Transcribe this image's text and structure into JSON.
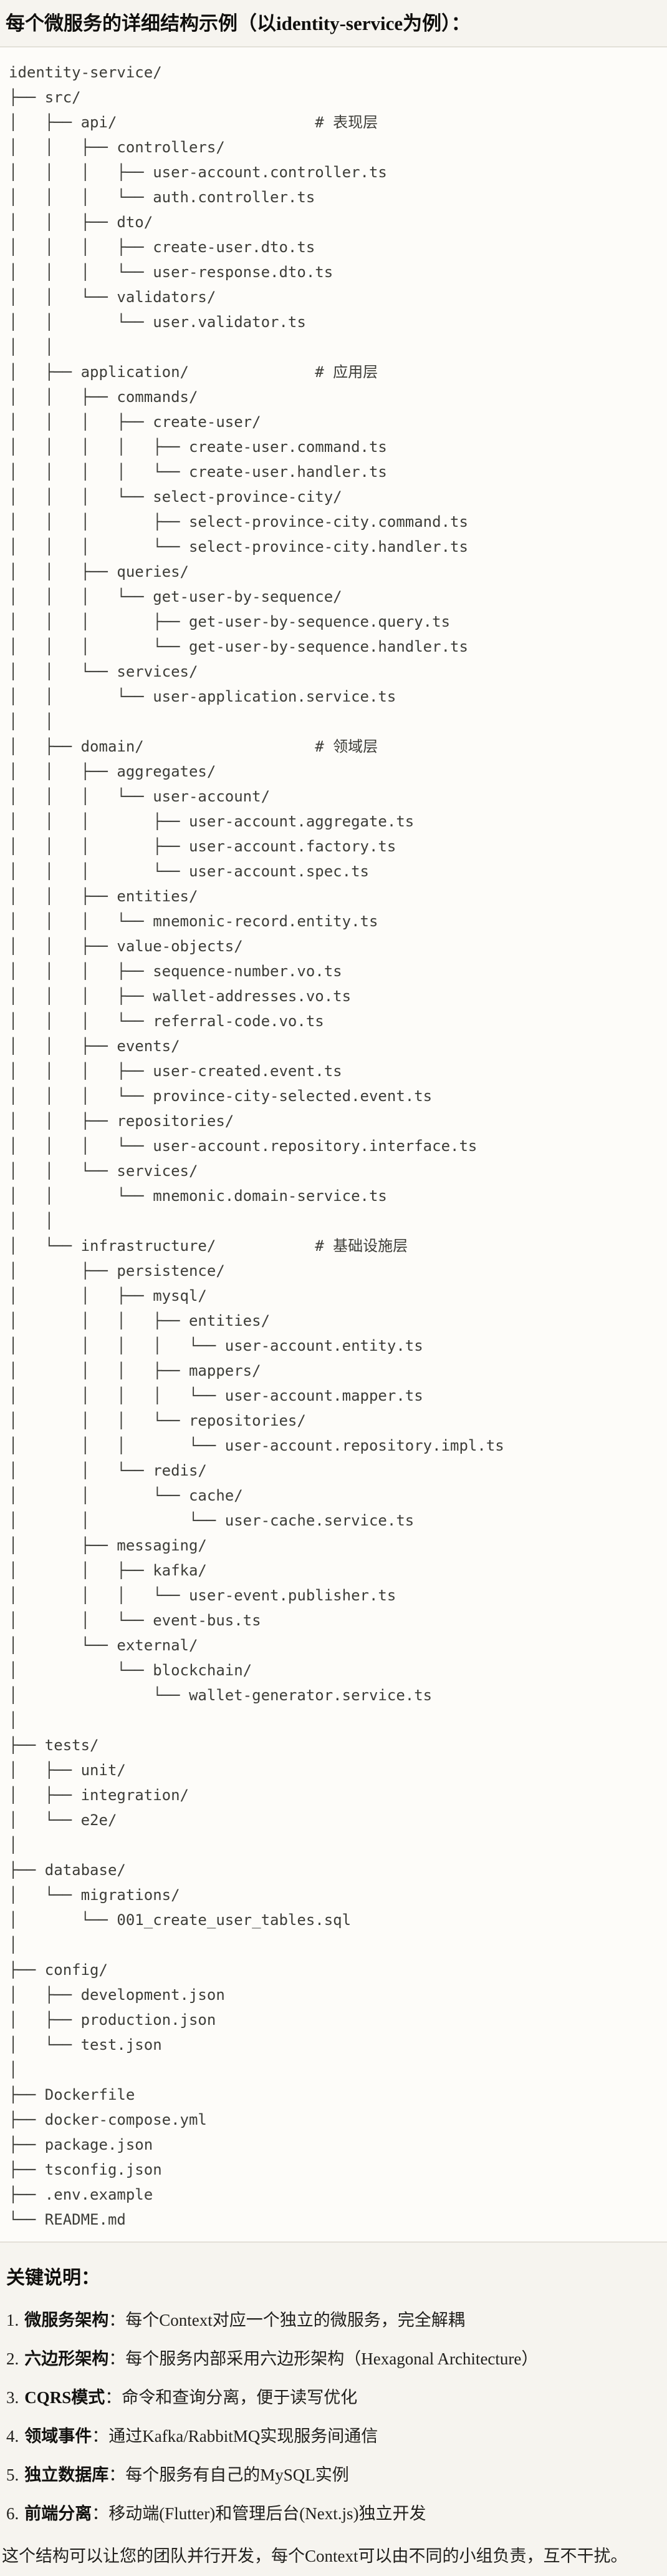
{
  "page": {
    "title": "每个微服务的详细结构示例（以identity-service为例）："
  },
  "code_block": {
    "tree_lines": [
      "identity-service/",
      "├── src/",
      "│   ├── api/                      # 表现层",
      "│   │   ├── controllers/",
      "│   │   │   ├── user-account.controller.ts",
      "│   │   │   └── auth.controller.ts",
      "│   │   ├── dto/",
      "│   │   │   ├── create-user.dto.ts",
      "│   │   │   └── user-response.dto.ts",
      "│   │   └── validators/",
      "│   │       └── user.validator.ts",
      "│   │",
      "│   ├── application/              # 应用层",
      "│   │   ├── commands/",
      "│   │   │   ├── create-user/",
      "│   │   │   │   ├── create-user.command.ts",
      "│   │   │   │   └── create-user.handler.ts",
      "│   │   │   └── select-province-city/",
      "│   │   │       ├── select-province-city.command.ts",
      "│   │   │       └── select-province-city.handler.ts",
      "│   │   ├── queries/",
      "│   │   │   └── get-user-by-sequence/",
      "│   │   │       ├── get-user-by-sequence.query.ts",
      "│   │   │       └── get-user-by-sequence.handler.ts",
      "│   │   └── services/",
      "│   │       └── user-application.service.ts",
      "│   │",
      "│   ├── domain/                   # 领域层",
      "│   │   ├── aggregates/",
      "│   │   │   └── user-account/",
      "│   │   │       ├── user-account.aggregate.ts",
      "│   │   │       ├── user-account.factory.ts",
      "│   │   │       └── user-account.spec.ts",
      "│   │   ├── entities/",
      "│   │   │   └── mnemonic-record.entity.ts",
      "│   │   ├── value-objects/",
      "│   │   │   ├── sequence-number.vo.ts",
      "│   │   │   ├── wallet-addresses.vo.ts",
      "│   │   │   └── referral-code.vo.ts",
      "│   │   ├── events/",
      "│   │   │   ├── user-created.event.ts",
      "│   │   │   └── province-city-selected.event.ts",
      "│   │   ├── repositories/",
      "│   │   │   └── user-account.repository.interface.ts",
      "│   │   └── services/",
      "│   │       └── mnemonic.domain-service.ts",
      "│   │",
      "│   └── infrastructure/           # 基础设施层",
      "│       ├── persistence/",
      "│       │   ├── mysql/",
      "│       │   │   ├── entities/",
      "│       │   │   │   └── user-account.entity.ts",
      "│       │   │   ├── mappers/",
      "│       │   │   │   └── user-account.mapper.ts",
      "│       │   │   └── repositories/",
      "│       │   │       └── user-account.repository.impl.ts",
      "│       │   └── redis/",
      "│       │       └── cache/",
      "│       │           └── user-cache.service.ts",
      "│       ├── messaging/",
      "│       │   ├── kafka/",
      "│       │   │   └── user-event.publisher.ts",
      "│       │   └── event-bus.ts",
      "│       └── external/",
      "│           └── blockchain/",
      "│               └── wallet-generator.service.ts",
      "│",
      "├── tests/",
      "│   ├── unit/",
      "│   ├── integration/",
      "│   └── e2e/",
      "│",
      "├── database/",
      "│   └── migrations/",
      "│       └── 001_create_user_tables.sql",
      "│",
      "├── config/",
      "│   ├── development.json",
      "│   ├── production.json",
      "│   └── test.json",
      "│",
      "├── Dockerfile",
      "├── docker-compose.yml",
      "├── package.json",
      "├── tsconfig.json",
      "├── .env.example",
      "└── README.md"
    ]
  },
  "notes": {
    "heading": "关键说明：",
    "items": [
      {
        "num": "1.",
        "term": "微服务架构",
        "desc": "：每个Context对应一个独立的微服务，完全解耦"
      },
      {
        "num": "2.",
        "term": "六边形架构",
        "desc": "：每个服务内部采用六边形架构（Hexagonal Architecture）"
      },
      {
        "num": "3.",
        "term": "CQRS模式",
        "desc": "：命令和查询分离，便于读写优化"
      },
      {
        "num": "4.",
        "term": "领域事件",
        "desc": "：通过Kafka/RabbitMQ实现服务间通信"
      },
      {
        "num": "5.",
        "term": "独立数据库",
        "desc": "：每个服务有自己的MySQL实例"
      },
      {
        "num": "6.",
        "term": "前端分离",
        "desc": "：移动端(Flutter)和管理后台(Next.js)独立开发"
      }
    ],
    "footer": "这个结构可以让您的团队并行开发，每个Context可以由不同的小组负责，互不干扰。"
  }
}
